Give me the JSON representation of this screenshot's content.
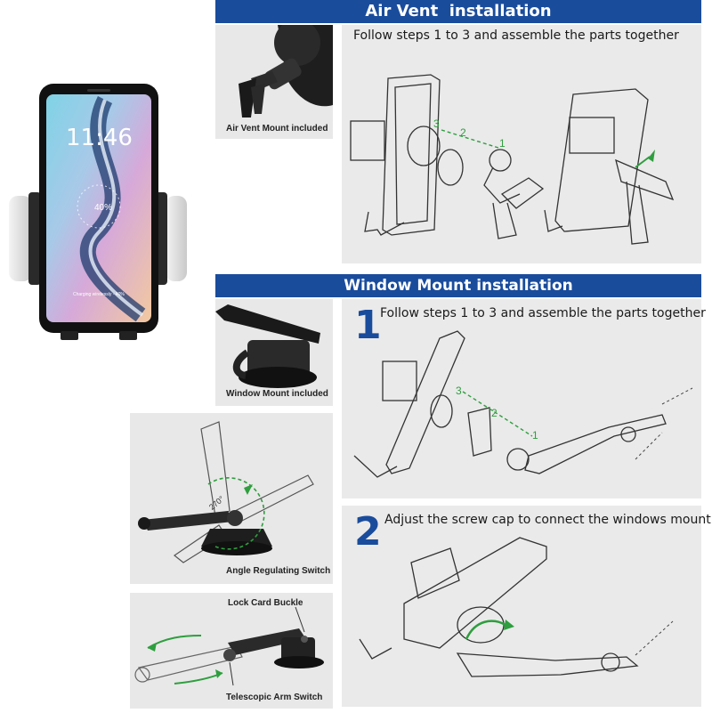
{
  "air_vent": {
    "banner": "Air Vent  installation",
    "instruction": "Follow steps 1 to 3 and assemble the parts together",
    "mount_caption": "Air Vent Mount included",
    "step_labels": [
      "3",
      "2",
      "1"
    ]
  },
  "window_mount": {
    "banner": "Window Mount installation",
    "mount_caption": "Window Mount included",
    "step1": {
      "number": "1",
      "text": "Follow steps 1 to 3 and assemble the parts together",
      "labels": [
        "3",
        "2",
        "1"
      ]
    },
    "step2": {
      "number": "2",
      "text": "Adjust the screw cap to connect the windows mount"
    }
  },
  "angle_panel": {
    "caption": "Angle Regulating Switch",
    "angle": "270°"
  },
  "arm_panel": {
    "buckle_caption": "Lock Card Buckle",
    "switch_caption": "Telescopic Arm Switch"
  },
  "phone": {
    "time": "11:46",
    "battery": "40%",
    "charging_text": "Charging wirelessly · 40%"
  },
  "colors": {
    "brand_blue": "#1a4c9c",
    "accent_green": "#2e9e3e"
  }
}
